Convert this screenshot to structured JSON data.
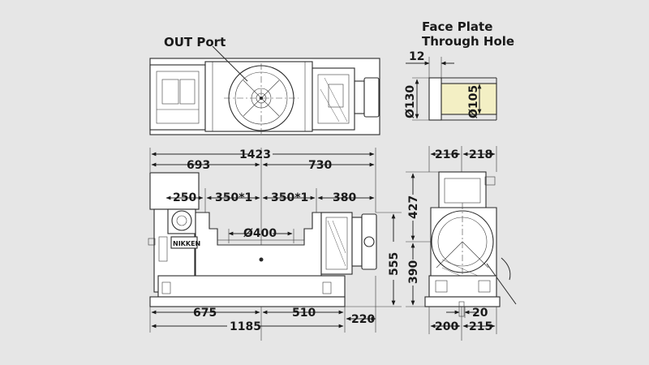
{
  "labels": {
    "out_port": "OUT Port",
    "face_plate_line1": "Face Plate",
    "face_plate_line2": "Through Hole"
  },
  "top_view": {
    "dims": {
      "d12": "12",
      "d130": "Ø130",
      "d105": "Ø105"
    }
  },
  "front_view": {
    "dims": {
      "d1423": "1423",
      "d693": "693",
      "d730": "730",
      "d250": "250",
      "d350a": "350*1",
      "d350b": "350*1",
      "d380": "380",
      "d400": "Ø400",
      "d675": "675",
      "d510": "510",
      "d220": "220",
      "d1185": "1185",
      "d555": "555",
      "brand": "NIKKEN"
    }
  },
  "side_view": {
    "dims": {
      "d216": "216",
      "d218": "218",
      "d427": "427",
      "d390": "390",
      "d20": "20",
      "d200": "200",
      "d215": "215"
    }
  },
  "colors": {
    "background": "#e6e6e6",
    "through_hole_fill": "#f3efc4"
  }
}
